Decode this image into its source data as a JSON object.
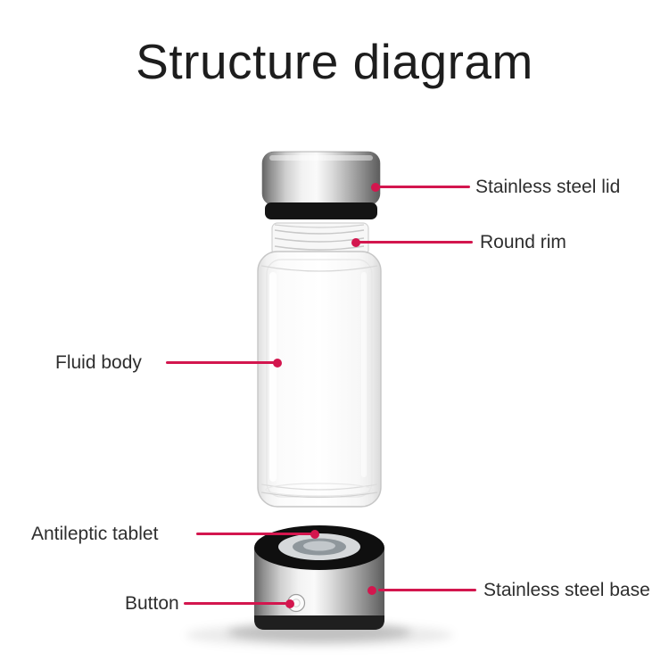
{
  "title": "Structure diagram",
  "labels": {
    "lid": "Stainless steel lid",
    "rim": "Round rim",
    "body": "Fluid body",
    "tablet": "Antileptic tablet",
    "base": "Stainless steel base",
    "button": "Button"
  },
  "colors": {
    "callout": "#d3164e",
    "title_text": "#1d1d1d",
    "label_text": "#2e2e2e",
    "background": "#ffffff"
  }
}
